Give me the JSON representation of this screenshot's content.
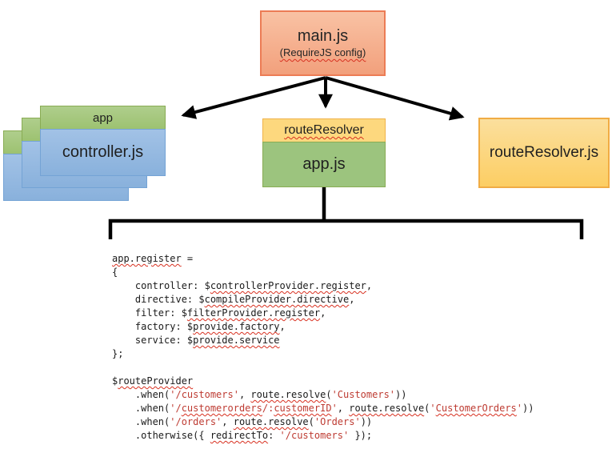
{
  "diagram": {
    "main_box": {
      "title": "main.js",
      "subtitle": "(RequireJS config)"
    },
    "controllers_stack": {
      "header": "app",
      "body": "controller.js",
      "stacked_cards": 3
    },
    "app_box": {
      "header": "routeResolver",
      "body": "app.js"
    },
    "route_resolver_box": {
      "label": "routeResolver.js"
    }
  },
  "colors": {
    "main_fill_top": "#F9C2A4",
    "main_fill_bottom": "#F2A07C",
    "main_border": "#EC7C55",
    "green_fill_top": "#AFCE8C",
    "green_fill_bottom": "#9DC271",
    "green_border": "#89AC54",
    "green2_fill": "#9CC47E",
    "blue_fill_top": "#A2C2E6",
    "blue_fill_bottom": "#89B1DC",
    "blue_border": "#74A3D5",
    "yellow_fill": "#FDD87E",
    "yellow_border": "#F0B24A",
    "gold_fill_top": "#FBDF9D",
    "gold_fill_bottom": "#FCCE63",
    "gold_border": "#F0AC44",
    "code_text": "#1A1A1A",
    "string_red": "#BE3B32",
    "wavy_red": "#D83020",
    "line_black": "#000000"
  },
  "code": {
    "lines": [
      [
        {
          "t": "app.register",
          "w": 1
        },
        {
          "t": " ="
        }
      ],
      [
        {
          "t": "{"
        }
      ],
      [
        {
          "t": "    controller: $"
        },
        {
          "t": "controllerProvider.register",
          "w": 1
        },
        {
          "t": ","
        }
      ],
      [
        {
          "t": "    directive: $"
        },
        {
          "t": "compileProvider.directive",
          "w": 1
        },
        {
          "t": ","
        }
      ],
      [
        {
          "t": "    filter: $"
        },
        {
          "t": "filterProvider.register",
          "w": 1
        },
        {
          "t": ","
        }
      ],
      [
        {
          "t": "    factory: $"
        },
        {
          "t": "provide.factory",
          "w": 1
        },
        {
          "t": ","
        }
      ],
      [
        {
          "t": "    service: $"
        },
        {
          "t": "provide.service",
          "w": 1
        }
      ],
      [
        {
          "t": "};"
        }
      ],
      [],
      [
        {
          "t": "$"
        },
        {
          "t": "routeProvider",
          "w": 1
        }
      ],
      [
        {
          "t": "    .when("
        },
        {
          "t": "'/customers'",
          "s": 1
        },
        {
          "t": ", "
        },
        {
          "t": "route.resolve",
          "w": 1
        },
        {
          "t": "("
        },
        {
          "t": "'Customers'",
          "s": 1
        },
        {
          "t": "))"
        }
      ],
      [
        {
          "t": "    .when("
        },
        {
          "t": "'/",
          "s": 1
        },
        {
          "t": "customerorders",
          "s": 1,
          "w": 1
        },
        {
          "t": "/:",
          "s": 1
        },
        {
          "t": "customerID",
          "s": 1,
          "w": 1
        },
        {
          "t": "'",
          "s": 1
        },
        {
          "t": ", "
        },
        {
          "t": "route.resolve",
          "w": 1
        },
        {
          "t": "("
        },
        {
          "t": "'",
          "s": 1
        },
        {
          "t": "CustomerOrders",
          "s": 1,
          "w": 1
        },
        {
          "t": "'",
          "s": 1
        },
        {
          "t": "))"
        }
      ],
      [
        {
          "t": "    .when("
        },
        {
          "t": "'/orders'",
          "s": 1
        },
        {
          "t": ", "
        },
        {
          "t": "route.resolve",
          "w": 1
        },
        {
          "t": "("
        },
        {
          "t": "'Orders'",
          "s": 1
        },
        {
          "t": "))"
        }
      ],
      [
        {
          "t": "    .otherwise({ "
        },
        {
          "t": "redirectTo",
          "w": 1
        },
        {
          "t": ": "
        },
        {
          "t": "'/customers'",
          "s": 1
        },
        {
          "t": " });"
        }
      ]
    ]
  }
}
